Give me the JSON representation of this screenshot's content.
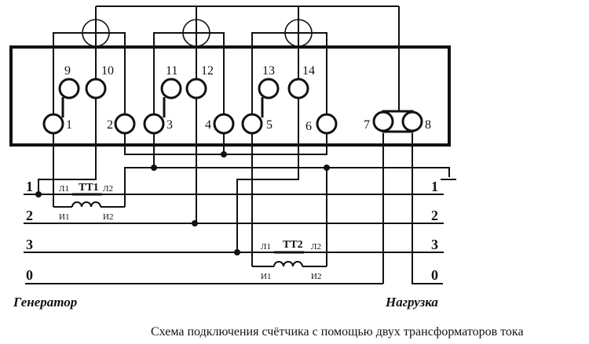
{
  "diagram": {
    "caption": "Схема подключения счётчика с помощью двух трансформаторов тока",
    "left_label": "Генератор",
    "right_label": "Нагрузка",
    "terminals": [
      "1",
      "2",
      "3",
      "4",
      "5",
      "6",
      "7",
      "8",
      "9",
      "10",
      "11",
      "12",
      "13",
      "14"
    ],
    "buses_left": [
      "1",
      "2",
      "3",
      "0"
    ],
    "buses_right": [
      "1",
      "2",
      "3",
      "0"
    ],
    "transformers": [
      {
        "name": "ТТ1",
        "l1": "Л1",
        "l2": "Л2",
        "i1": "И1",
        "i2": "И2"
      },
      {
        "name": "ТТ2",
        "l1": "Л1",
        "l2": "Л2",
        "i1": "И1",
        "i2": "И2"
      }
    ]
  }
}
